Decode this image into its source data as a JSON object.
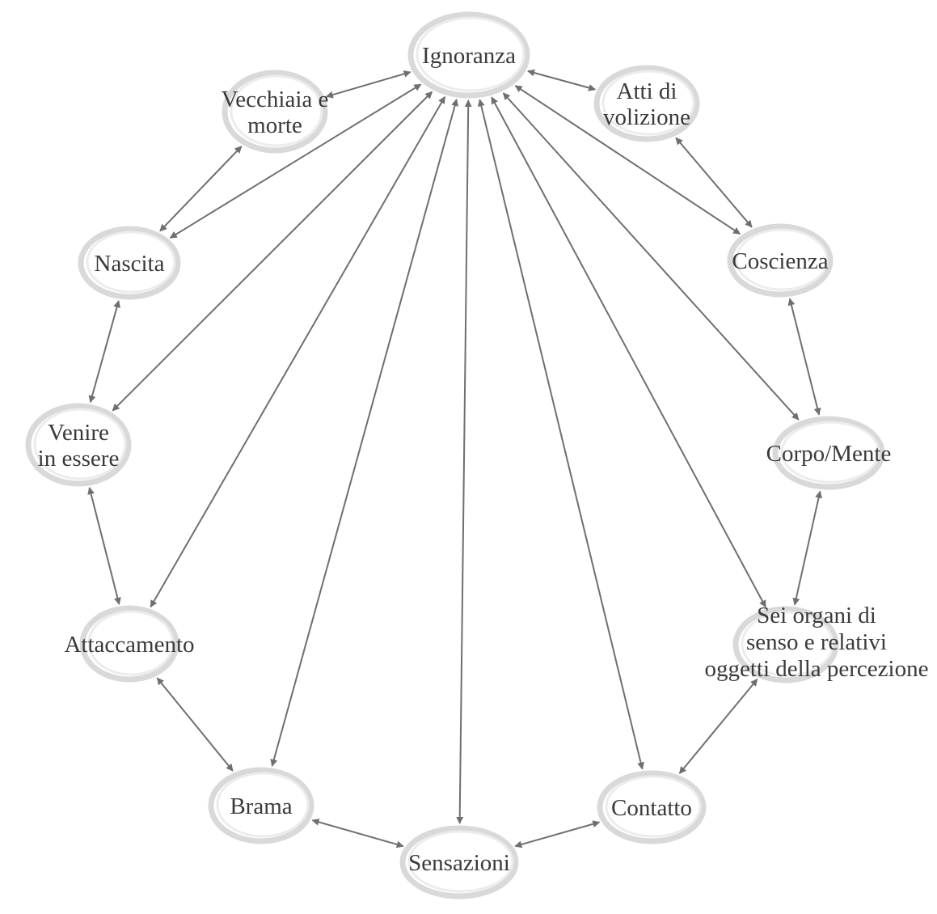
{
  "nodes": [
    {
      "id": "ignoranza",
      "lines": [
        "Ignoranza"
      ]
    },
    {
      "id": "atti-di-volizione",
      "lines": [
        "Atti di",
        "volizione"
      ]
    },
    {
      "id": "coscienza",
      "lines": [
        "Coscienza"
      ]
    },
    {
      "id": "corpo-mente",
      "lines": [
        "Corpo/Mente"
      ]
    },
    {
      "id": "sei-organi",
      "lines": [
        "Sei organi di",
        "senso e relativi",
        "oggetti della percezione"
      ]
    },
    {
      "id": "contatto",
      "lines": [
        "Contatto"
      ]
    },
    {
      "id": "sensazioni",
      "lines": [
        "Sensazioni"
      ]
    },
    {
      "id": "brama",
      "lines": [
        "Brama"
      ]
    },
    {
      "id": "attaccamento",
      "lines": [
        "Attaccamento"
      ]
    },
    {
      "id": "venire-in-essere",
      "lines": [
        "Venire",
        "in essere"
      ]
    },
    {
      "id": "nascita",
      "lines": [
        "Nascita"
      ]
    },
    {
      "id": "vecchiaia-e-morte",
      "lines": [
        "Vecchiaia e",
        "morte"
      ]
    }
  ],
  "edges": [
    [
      "ignoranza",
      "atti-di-volizione"
    ],
    [
      "atti-di-volizione",
      "coscienza"
    ],
    [
      "coscienza",
      "corpo-mente"
    ],
    [
      "corpo-mente",
      "sei-organi"
    ],
    [
      "sei-organi",
      "contatto"
    ],
    [
      "contatto",
      "sensazioni"
    ],
    [
      "sensazioni",
      "brama"
    ],
    [
      "brama",
      "attaccamento"
    ],
    [
      "attaccamento",
      "venire-in-essere"
    ],
    [
      "venire-in-essere",
      "nascita"
    ],
    [
      "nascita",
      "vecchiaia-e-morte"
    ],
    [
      "vecchiaia-e-morte",
      "ignoranza"
    ],
    [
      "ignoranza",
      "coscienza"
    ],
    [
      "ignoranza",
      "corpo-mente"
    ],
    [
      "ignoranza",
      "sei-organi"
    ],
    [
      "ignoranza",
      "contatto"
    ],
    [
      "ignoranza",
      "sensazioni"
    ],
    [
      "ignoranza",
      "brama"
    ],
    [
      "ignoranza",
      "attaccamento"
    ],
    [
      "ignoranza",
      "venire-in-essere"
    ],
    [
      "ignoranza",
      "nascita"
    ]
  ]
}
